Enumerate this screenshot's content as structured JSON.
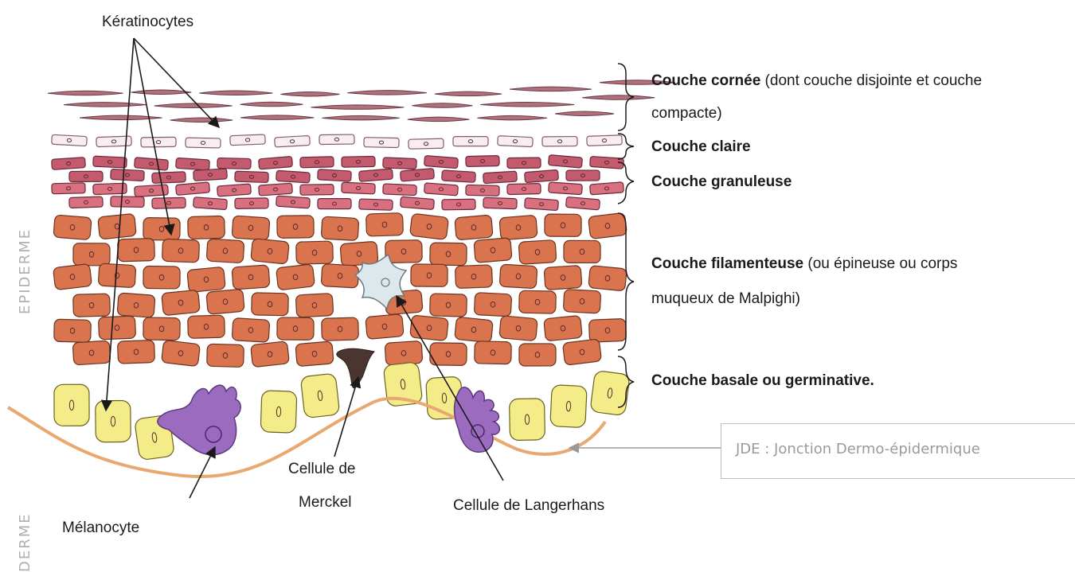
{
  "labels": {
    "keratinocytes": "Kératinocytes",
    "melanocyte": "Mélanocyte",
    "merckel_line1": "Cellule de",
    "merckel_line2": "Merckel",
    "langerhans": "Cellule de Langerhans"
  },
  "side_labels": {
    "epiderme": "EPIDERME",
    "derme": "DERME"
  },
  "layers": [
    {
      "name": "Couche cornée",
      "detail_line1": " (dont couche disjointe et couche",
      "detail_line2": "compacte)"
    },
    {
      "name": "Couche claire"
    },
    {
      "name": "Couche granuleuse"
    },
    {
      "name": "Couche filamenteuse",
      "detail_line1": " (ou épineuse ou corps",
      "detail_line2": "muqueux de Malpighi)"
    },
    {
      "name": "Couche basale ou germinative."
    }
  ],
  "jde": "JDE : Jonction Dermo-épidermique",
  "colors": {
    "corneum": "#b0707c",
    "granular": "#c45a6e",
    "spinous": "#d9744e",
    "basal": "#f4ec88",
    "melanocyte": "#9b6bc0",
    "merckel": "#4a3530",
    "langerhans": "#dde8ec",
    "junction": "#e8a870"
  }
}
